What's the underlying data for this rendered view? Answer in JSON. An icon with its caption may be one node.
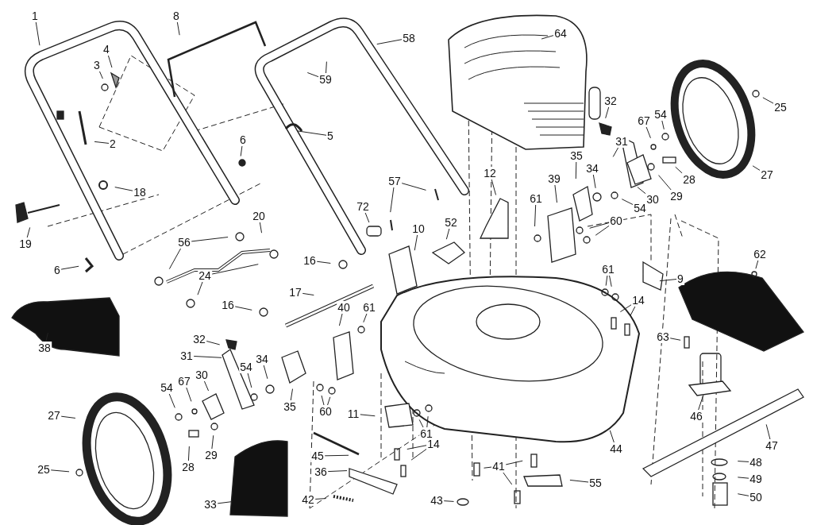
{
  "diagram": {
    "nodes": [
      {
        "text": [
          "1"
        ]
      },
      {
        "text": [
          "8"
        ]
      },
      {
        "text": [
          "64"
        ]
      },
      {
        "text": [
          "58"
        ]
      },
      {
        "text": [
          "4"
        ]
      },
      {
        "text": [
          "3"
        ]
      },
      {
        "text": [
          "59"
        ]
      },
      {
        "text": [
          "25"
        ]
      },
      {
        "text": [
          "32"
        ]
      },
      {
        "text": [
          "54"
        ]
      },
      {
        "text": [
          "67"
        ]
      },
      {
        "text": [
          "5"
        ]
      },
      {
        "text": [
          "2"
        ]
      },
      {
        "text": [
          "6"
        ]
      },
      {
        "text": [
          "31"
        ]
      },
      {
        "text": [
          "35"
        ]
      },
      {
        "text": [
          "34"
        ]
      },
      {
        "text": [
          "12"
        ]
      },
      {
        "text": [
          "39"
        ]
      },
      {
        "text": [
          "28"
        ]
      },
      {
        "text": [
          "27"
        ]
      },
      {
        "text": [
          "57"
        ]
      },
      {
        "text": [
          "29"
        ]
      },
      {
        "text": [
          "18"
        ]
      },
      {
        "text": [
          "61"
        ]
      },
      {
        "text": [
          "30"
        ]
      },
      {
        "text": [
          "72"
        ]
      },
      {
        "text": [
          "54"
        ]
      },
      {
        "text": [
          "20"
        ]
      },
      {
        "text": [
          "52"
        ]
      },
      {
        "text": [
          "60"
        ]
      },
      {
        "text": [
          "10"
        ]
      },
      {
        "text": [
          "56"
        ]
      },
      {
        "text": [
          "19"
        ]
      },
      {
        "text": [
          "62"
        ]
      },
      {
        "text": [
          "16"
        ]
      },
      {
        "text": [
          "6"
        ]
      },
      {
        "text": [
          "24"
        ]
      },
      {
        "text": [
          "9"
        ]
      },
      {
        "text": [
          "61"
        ]
      },
      {
        "text": [
          "17"
        ]
      },
      {
        "text": [
          "16"
        ]
      },
      {
        "text": [
          "14"
        ]
      },
      {
        "text": [
          "40"
        ]
      },
      {
        "text": [
          "61"
        ]
      },
      {
        "text": [
          "63"
        ]
      },
      {
        "text": [
          "32"
        ]
      },
      {
        "text": [
          "38"
        ]
      },
      {
        "text": [
          "31"
        ]
      },
      {
        "text": [
          "34"
        ]
      },
      {
        "text": [
          "54"
        ]
      },
      {
        "text": [
          "30"
        ]
      },
      {
        "text": [
          "67"
        ]
      },
      {
        "text": [
          "54"
        ]
      },
      {
        "text": [
          "35"
        ]
      },
      {
        "text": [
          "60"
        ]
      },
      {
        "text": [
          "11"
        ]
      },
      {
        "text": [
          "27"
        ]
      },
      {
        "text": [
          "46"
        ]
      },
      {
        "text": [
          "61"
        ]
      },
      {
        "text": [
          "14"
        ]
      },
      {
        "text": [
          "47"
        ]
      },
      {
        "text": [
          "44"
        ]
      },
      {
        "text": [
          "29"
        ]
      },
      {
        "text": [
          "45"
        ]
      },
      {
        "text": [
          "48"
        ]
      },
      {
        "text": [
          "41"
        ]
      },
      {
        "text": [
          "28"
        ]
      },
      {
        "text": [
          "25"
        ]
      },
      {
        "text": [
          "36"
        ]
      },
      {
        "text": [
          "49"
        ]
      },
      {
        "text": [
          "55"
        ]
      },
      {
        "text": [
          "50"
        ]
      },
      {
        "text": [
          "43"
        ]
      },
      {
        "text": [
          "42"
        ]
      },
      {
        "text": [
          "33"
        ]
      }
    ],
    "edges": [
      {
        "from": 0,
        "to": null,
        "arrow": "none"
      },
      {
        "from": 1,
        "to": null,
        "arrow": "none"
      },
      {
        "from": 2,
        "to": null,
        "arrow": "none"
      },
      {
        "from": 3,
        "to": null,
        "arrow": "none"
      },
      {
        "from": 4,
        "to": null,
        "arrow": "none"
      },
      {
        "from": 5,
        "to": null,
        "arrow": "none"
      },
      {
        "from": 6,
        "to": null,
        "arrow": "none"
      },
      {
        "from": 6,
        "to": null,
        "arrow": "none"
      },
      {
        "from": 7,
        "to": null,
        "arrow": "none"
      },
      {
        "from": 8,
        "to": null,
        "arrow": "none"
      },
      {
        "from": 9,
        "to": null,
        "arrow": "none"
      },
      {
        "from": 10,
        "to": null,
        "arrow": "none"
      },
      {
        "from": 11,
        "to": null,
        "arrow": "none"
      },
      {
        "from": 12,
        "to": null,
        "arrow": "none"
      },
      {
        "from": 13,
        "to": null,
        "arrow": "none"
      },
      {
        "from": 14,
        "to": null,
        "arrow": "none"
      },
      {
        "from": 15,
        "to": null,
        "arrow": "none"
      },
      {
        "from": 16,
        "to": null,
        "arrow": "none"
      },
      {
        "from": 17,
        "to": null,
        "arrow": "none"
      },
      {
        "from": 18,
        "to": null,
        "arrow": "none"
      },
      {
        "from": 19,
        "to": null,
        "arrow": "none"
      },
      {
        "from": 20,
        "to": null,
        "arrow": "none"
      },
      {
        "from": 21,
        "to": null,
        "arrow": "none"
      },
      {
        "from": 21,
        "to": null,
        "arrow": "none"
      },
      {
        "from": 22,
        "to": null,
        "arrow": "none"
      },
      {
        "from": 23,
        "to": null,
        "arrow": "none"
      },
      {
        "from": 24,
        "to": null,
        "arrow": "none"
      },
      {
        "from": 25,
        "to": null,
        "arrow": "none"
      },
      {
        "from": 26,
        "to": null,
        "arrow": "none"
      },
      {
        "from": 27,
        "to": null,
        "arrow": "none"
      },
      {
        "from": 28,
        "to": null,
        "arrow": "none"
      },
      {
        "from": 29,
        "to": null,
        "arrow": "none"
      },
      {
        "from": 30,
        "to": null,
        "arrow": "none"
      },
      {
        "from": 30,
        "to": null,
        "arrow": "none"
      },
      {
        "from": 31,
        "to": null,
        "arrow": "none"
      },
      {
        "from": 32,
        "to": null,
        "arrow": "none"
      },
      {
        "from": 32,
        "to": null,
        "arrow": "none"
      },
      {
        "from": 33,
        "to": null,
        "arrow": "none"
      },
      {
        "from": 34,
        "to": null,
        "arrow": "none"
      },
      {
        "from": 35,
        "to": null,
        "arrow": "none"
      },
      {
        "from": 36,
        "to": null,
        "arrow": "none"
      },
      {
        "from": 37,
        "to": null,
        "arrow": "none"
      },
      {
        "from": 37,
        "to": null,
        "arrow": "none"
      },
      {
        "from": 38,
        "to": null,
        "arrow": "none"
      },
      {
        "from": 39,
        "to": null,
        "arrow": "none"
      },
      {
        "from": 39,
        "to": null,
        "arrow": "none"
      },
      {
        "from": 40,
        "to": null,
        "arrow": "none"
      },
      {
        "from": 41,
        "to": null,
        "arrow": "none"
      },
      {
        "from": 42,
        "to": null,
        "arrow": "none"
      },
      {
        "from": 42,
        "to": null,
        "arrow": "none"
      },
      {
        "from": 43,
        "to": null,
        "arrow": "none"
      },
      {
        "from": 44,
        "to": null,
        "arrow": "none"
      },
      {
        "from": 45,
        "to": null,
        "arrow": "none"
      },
      {
        "from": 46,
        "to": null,
        "arrow": "none"
      },
      {
        "from": 47,
        "to": null,
        "arrow": "none"
      },
      {
        "from": 48,
        "to": null,
        "arrow": "none"
      },
      {
        "from": 49,
        "to": null,
        "arrow": "none"
      },
      {
        "from": 50,
        "to": null,
        "arrow": "none"
      },
      {
        "from": 51,
        "to": null,
        "arrow": "none"
      },
      {
        "from": 52,
        "to": null,
        "arrow": "none"
      },
      {
        "from": 53,
        "to": null,
        "arrow": "none"
      },
      {
        "from": 54,
        "to": null,
        "arrow": "none"
      },
      {
        "from": 55,
        "to": null,
        "arrow": "none"
      },
      {
        "from": 55,
        "to": null,
        "arrow": "none"
      },
      {
        "from": 56,
        "to": null,
        "arrow": "none"
      },
      {
        "from": 57,
        "to": null,
        "arrow": "none"
      },
      {
        "from": 58,
        "to": null,
        "arrow": "none"
      },
      {
        "from": 59,
        "to": null,
        "arrow": "none"
      },
      {
        "from": 59,
        "to": null,
        "arrow": "none"
      },
      {
        "from": 60,
        "to": null,
        "arrow": "none"
      },
      {
        "from": 60,
        "to": null,
        "arrow": "none"
      },
      {
        "from": 61,
        "to": null,
        "arrow": "none"
      },
      {
        "from": 62,
        "to": null,
        "arrow": "none"
      },
      {
        "from": 63,
        "to": null,
        "arrow": "none"
      },
      {
        "from": 64,
        "to": null,
        "arrow": "none"
      },
      {
        "from": 65,
        "to": null,
        "arrow": "none"
      },
      {
        "from": 66,
        "to": null,
        "arrow": "none"
      },
      {
        "from": 66,
        "to": null,
        "arrow": "none"
      },
      {
        "from": 66,
        "to": null,
        "arrow": "none"
      },
      {
        "from": 67,
        "to": null,
        "arrow": "none"
      },
      {
        "from": 68,
        "to": null,
        "arrow": "none"
      },
      {
        "from": 69,
        "to": null,
        "arrow": "none"
      },
      {
        "from": 70,
        "to": null,
        "arrow": "none"
      },
      {
        "from": 71,
        "to": null,
        "arrow": "none"
      },
      {
        "from": 72,
        "to": null,
        "arrow": "none"
      },
      {
        "from": 73,
        "to": null,
        "arrow": "none"
      },
      {
        "from": 74,
        "to": null,
        "arrow": "none"
      },
      {
        "from": 75,
        "to": null,
        "arrow": "none"
      }
    ]
  }
}
